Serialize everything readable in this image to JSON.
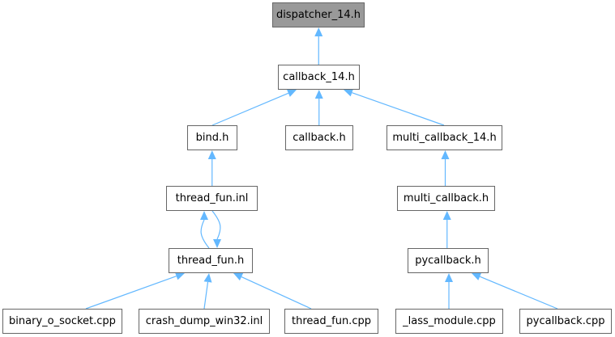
{
  "colors": {
    "edge": "#63b8ff",
    "node_border": "#666666",
    "root_fill": "#999999",
    "node_fill": "#ffffff"
  },
  "nodes": {
    "dispatcher_14": "dispatcher_14.h",
    "callback_14": "callback_14.h",
    "bind": "bind.h",
    "callback": "callback.h",
    "multi_callback_14": "multi_callback_14.h",
    "thread_fun_inl": "thread_fun.inl",
    "multi_callback": "multi_callback.h",
    "thread_fun_h": "thread_fun.h",
    "pycallback_h": "pycallback.h",
    "binary_o_socket": "binary_o_socket.cpp",
    "crash_dump_win32": "crash_dump_win32.inl",
    "thread_fun_cpp": "thread_fun.cpp",
    "lass_module": "_lass_module.cpp",
    "pycallback_cpp": "pycallback.cpp"
  },
  "edges": [
    [
      "callback_14",
      "dispatcher_14"
    ],
    [
      "bind",
      "callback_14"
    ],
    [
      "callback",
      "callback_14"
    ],
    [
      "multi_callback_14",
      "callback_14"
    ],
    [
      "thread_fun_inl",
      "bind"
    ],
    [
      "multi_callback",
      "multi_callback_14"
    ],
    [
      "thread_fun_h",
      "thread_fun_inl"
    ],
    [
      "thread_fun_inl",
      "thread_fun_h"
    ],
    [
      "pycallback_h",
      "multi_callback"
    ],
    [
      "binary_o_socket",
      "thread_fun_h"
    ],
    [
      "crash_dump_win32",
      "thread_fun_h"
    ],
    [
      "thread_fun_cpp",
      "thread_fun_h"
    ],
    [
      "lass_module",
      "pycallback_h"
    ],
    [
      "pycallback_cpp",
      "pycallback_h"
    ]
  ]
}
